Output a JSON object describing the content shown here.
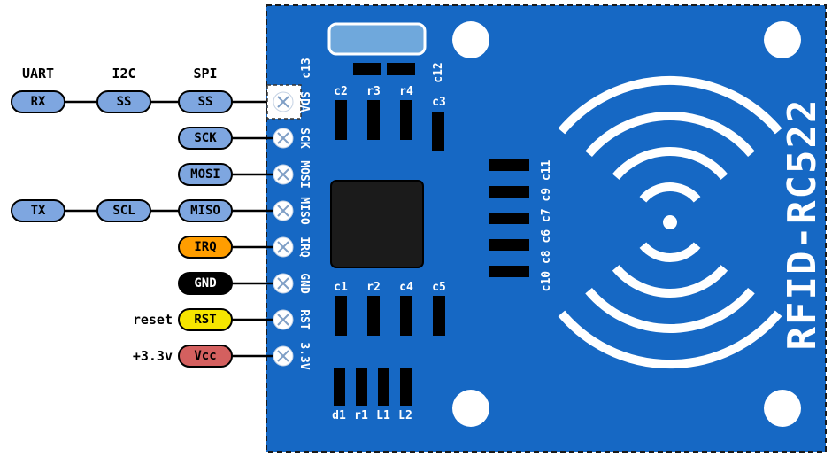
{
  "legend": {
    "bus_headers": [
      "UART",
      "I2C",
      "SPI"
    ],
    "pills": {
      "uart_rx": "RX",
      "i2c_ss": "SS",
      "spi_ss": "SS",
      "sck": "SCK",
      "mosi": "MOSI",
      "uart_tx": "TX",
      "i2c_scl": "SCL",
      "miso": "MISO",
      "irq": "IRQ",
      "gnd": "GND",
      "rst": "RST",
      "vcc": "Vcc"
    },
    "notes": {
      "reset": "reset",
      "power": "+3.3v"
    },
    "colors": {
      "bus_pill": "#7ea6e0",
      "irq_pill": "#ff9d00",
      "gnd_pill": "#000000",
      "rst_pill": "#f6e500",
      "vcc_pill": "#d4605f"
    }
  },
  "board": {
    "name": "RFID-RC522",
    "color": "#1668c4",
    "silkscreen_pins": [
      "SDA",
      "SCK",
      "MOSI",
      "MISO",
      "IRQ",
      "GND",
      "RST",
      "3.3V"
    ],
    "components": {
      "c13": "c13",
      "c12": "c12",
      "top_row": [
        "c2",
        "r3",
        "r4"
      ],
      "c3": "c3",
      "mid_row": [
        "c1",
        "r2",
        "c4",
        "c5"
      ],
      "bottom_row": [
        "d1",
        "r1",
        "L1",
        "L2"
      ],
      "right_column": "c10 c8 c6 c7 c9 c11"
    }
  }
}
